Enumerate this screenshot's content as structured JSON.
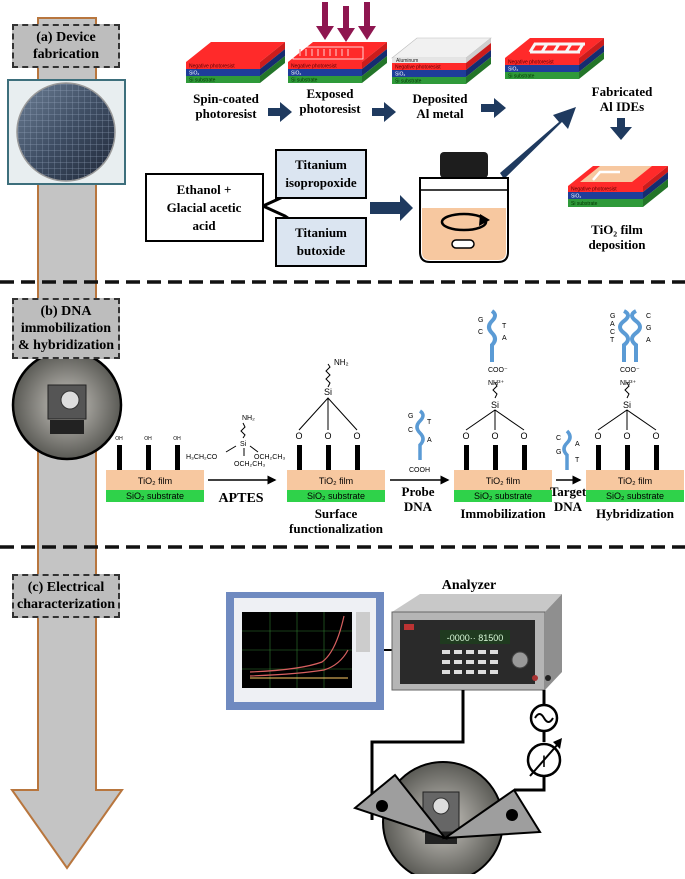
{
  "sections": [
    {
      "label_line1": "(a) Device",
      "label_line2": "fabrication"
    },
    {
      "label_line1": "(b) DNA",
      "label_line2": "immobilization",
      "label_line3": "& hybridization"
    },
    {
      "label_line1": "(c) Electrical",
      "label_line2": "characterization"
    }
  ],
  "fabrication": {
    "layers": {
      "negative_photoresist": "Negative photoresist",
      "sio2": "SiO₂",
      "si_substrate": "Si substrate",
      "aluminum": "Aluminum"
    },
    "steps": [
      {
        "line1": "Spin-coated",
        "line2": "photoresist"
      },
      {
        "line1": "Exposed",
        "line2": "photoresist"
      },
      {
        "line1": "Deposited",
        "line2": "Al metal"
      },
      {
        "line1": "Fabricated",
        "line2": "Al IDEs"
      },
      {
        "line1": "TiO₂ film",
        "line2": "deposition"
      }
    ],
    "precursor_box": {
      "line1": "Ethanol +",
      "line2": "Glacial acetic",
      "line3": "acid"
    },
    "titanium_boxes": [
      {
        "line1": "Titanium",
        "line2": "isopropoxide"
      },
      {
        "line1": "Titanium",
        "line2": "butoxide"
      }
    ]
  },
  "dna": {
    "tio2_film": "TiO₂ film",
    "sio2_substrate": "SiO₂ substrate",
    "steps": [
      {
        "line1": "APTES",
        "line2": ""
      },
      {
        "line1": "Surface",
        "line2": "functionalization"
      },
      {
        "line1": "Immobilization",
        "line2": ""
      },
      {
        "line1": "Hybridization",
        "line2": ""
      }
    ],
    "reagents": [
      {
        "line1": "Probe",
        "line2": "DNA"
      },
      {
        "line1": "Target",
        "line2": "DNA"
      }
    ],
    "chem": {
      "oh": "OH",
      "nh2": "NH₂",
      "si": "Si",
      "o": "O",
      "cooh": "COOH",
      "coo": "COO⁻",
      "nh3": "NH³⁺",
      "h3ch2co": "H₃CH₂CO",
      "och2ch3": "OCH₂CH₃",
      "bases_probe": [
        "G",
        "T",
        "C",
        "A"
      ],
      "bases_target": [
        "C",
        "A",
        "G",
        "T"
      ],
      "bases_hybrid": [
        "G",
        "A",
        "C",
        "C",
        "G",
        "T",
        "A"
      ]
    }
  },
  "electrical": {
    "analyzer_label": "Analyzer",
    "display_readout": "-0000·· 81500",
    "current_symbol": "I"
  },
  "colors": {
    "arrow_fill": "#c4c4c4",
    "arrow_border": "#b8763e",
    "dark_arrow": "#1f3a5f",
    "photoresist": "#ff2a2a",
    "sio2_layer": "#1e3d9a",
    "si_layer": "#2f9a3a",
    "tio2_block": "#f7c8a0",
    "sio2_block": "#2fd24a",
    "titanium_box": "#dbe5f1",
    "dna_blue": "#5b9bd5",
    "exposure_arrow": "#8e1650"
  }
}
